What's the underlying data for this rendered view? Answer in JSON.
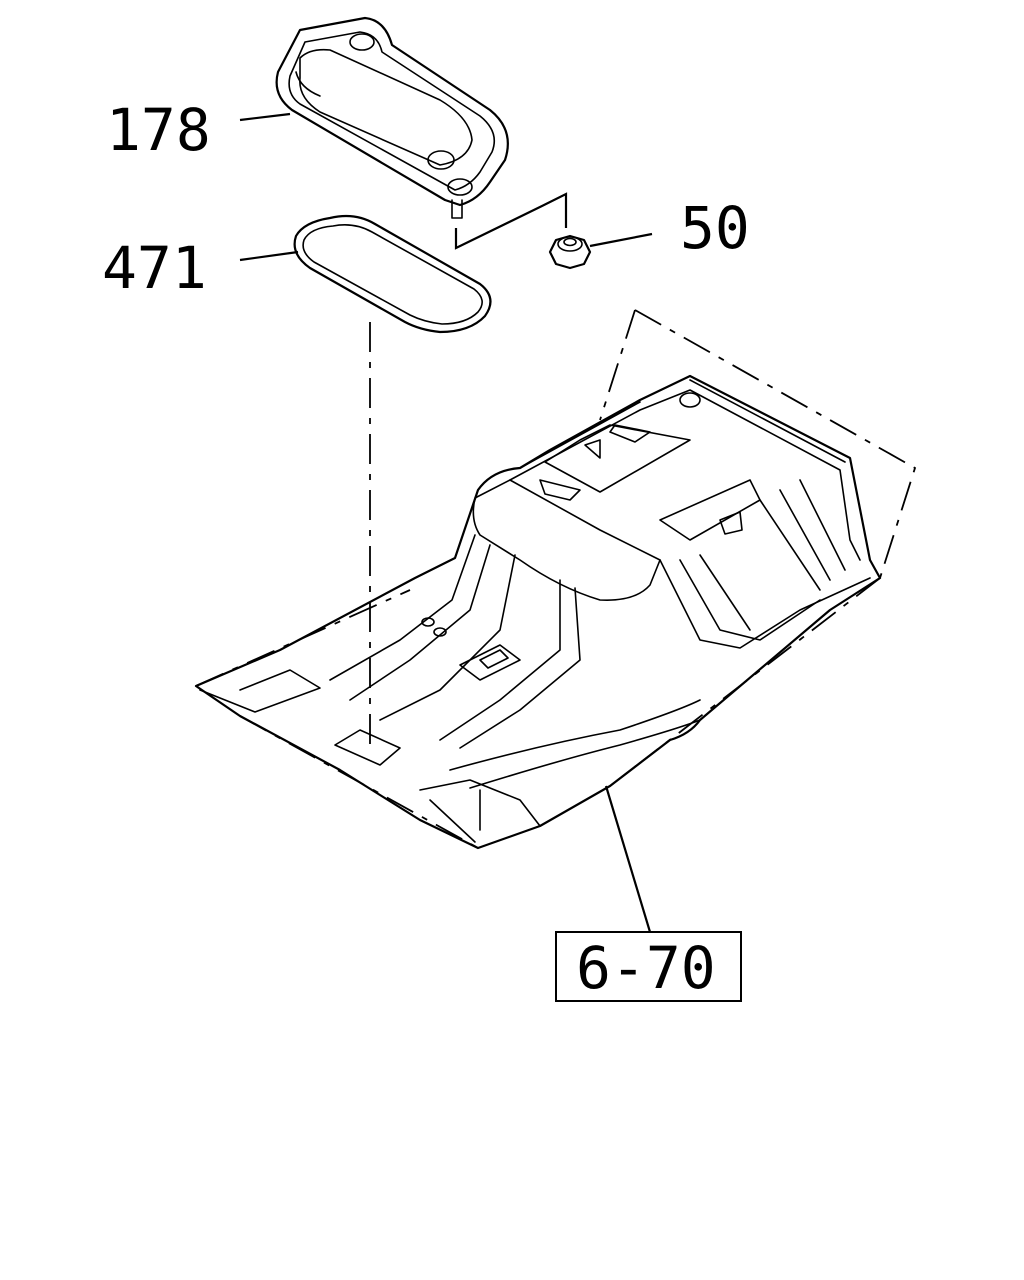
{
  "callouts": {
    "cover": "178",
    "gasket": "471",
    "nut": "50",
    "floor_ref": "6-70"
  }
}
